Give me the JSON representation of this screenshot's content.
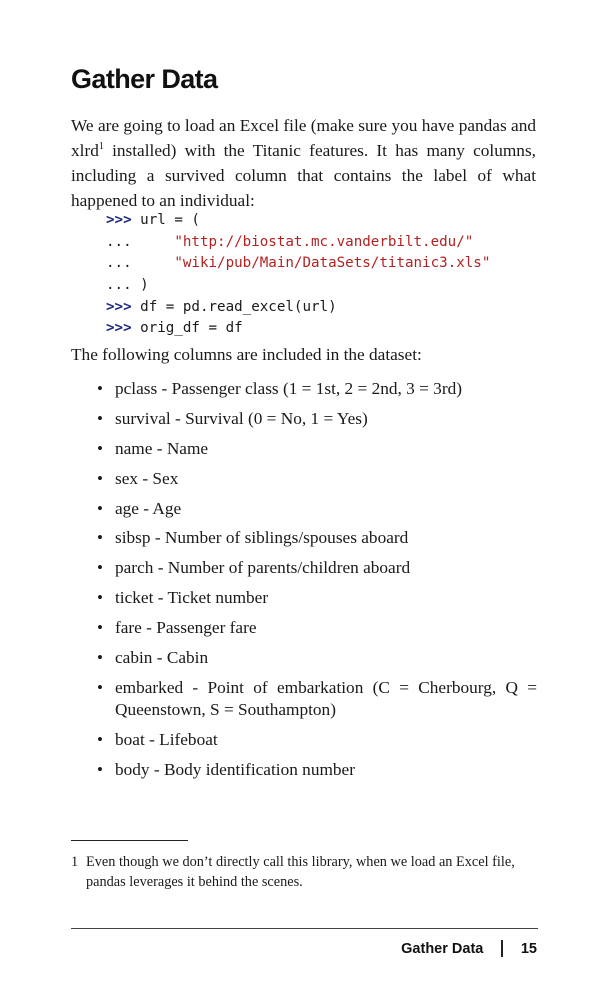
{
  "heading": "Gather Data",
  "intro": {
    "before_sup": "We are going to load an Excel file (make sure you have pandas and xlrd",
    "footnote_ref": "1",
    "after_sup": " installed) with the Titanic features. It has many col­umns, including a survived column that contains the label of what happened to an individual:"
  },
  "code": [
    {
      "prompt": ">>>",
      "text": " url = ("
    },
    {
      "prompt": "...",
      "text": "     \"http://biostat.mc.vanderbilt.edu/\""
    },
    {
      "prompt": "...",
      "text": "     \"wiki/pub/Main/DataSets/titanic3.xls\""
    },
    {
      "prompt": "...",
      "text": " )"
    },
    {
      "prompt": ">>>",
      "text": " df = pd.read_excel(url)"
    },
    {
      "prompt": ">>>",
      "text": " orig_df = df"
    }
  ],
  "follow_text": "The following columns are included in the dataset:",
  "columns": [
    "pclass - Passenger class (1 = 1st, 2 = 2nd, 3 = 3rd)",
    "survival - Survival (0 = No, 1 = Yes)",
    "name - Name",
    "sex - Sex",
    "age - Age",
    "sibsp - Number of siblings/spouses aboard",
    "parch - Number of parents/children aboard",
    "ticket - Ticket number",
    "fare - Passenger fare",
    "cabin - Cabin",
    "embarked - Point of embarkation (C = Cherbourg, Q = Queenstown, S = Southampton)",
    "boat - Lifeboat",
    "body - Body identification number"
  ],
  "bullet": "•",
  "footnote": {
    "number": "1",
    "text": "Even though we don’t directly call this library, when we load an Excel file, pandas leverages it behind the scenes."
  },
  "running_footer": {
    "section": "Gather Data",
    "page_number": "15"
  }
}
